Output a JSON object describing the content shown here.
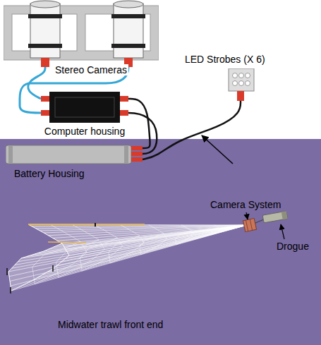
{
  "diagram": {
    "nodes": [
      {
        "text": [
          "Stereo Cameras"
        ]
      },
      {
        "text": [
          "Computer housing"
        ]
      },
      {
        "text": [
          "LED Strobes (X 6)"
        ]
      },
      {
        "text": [
          "Battery Housing"
        ]
      }
    ],
    "edges": [
      {
        "from": 0,
        "to": 1,
        "arrow": "none"
      },
      {
        "from": 1,
        "to": 3,
        "arrow": "none"
      },
      {
        "from": 2,
        "to": 3,
        "arrow": "none"
      }
    ],
    "labels": [
      "Camera System",
      "Drogue",
      "Midwater trawl front end"
    ]
  }
}
